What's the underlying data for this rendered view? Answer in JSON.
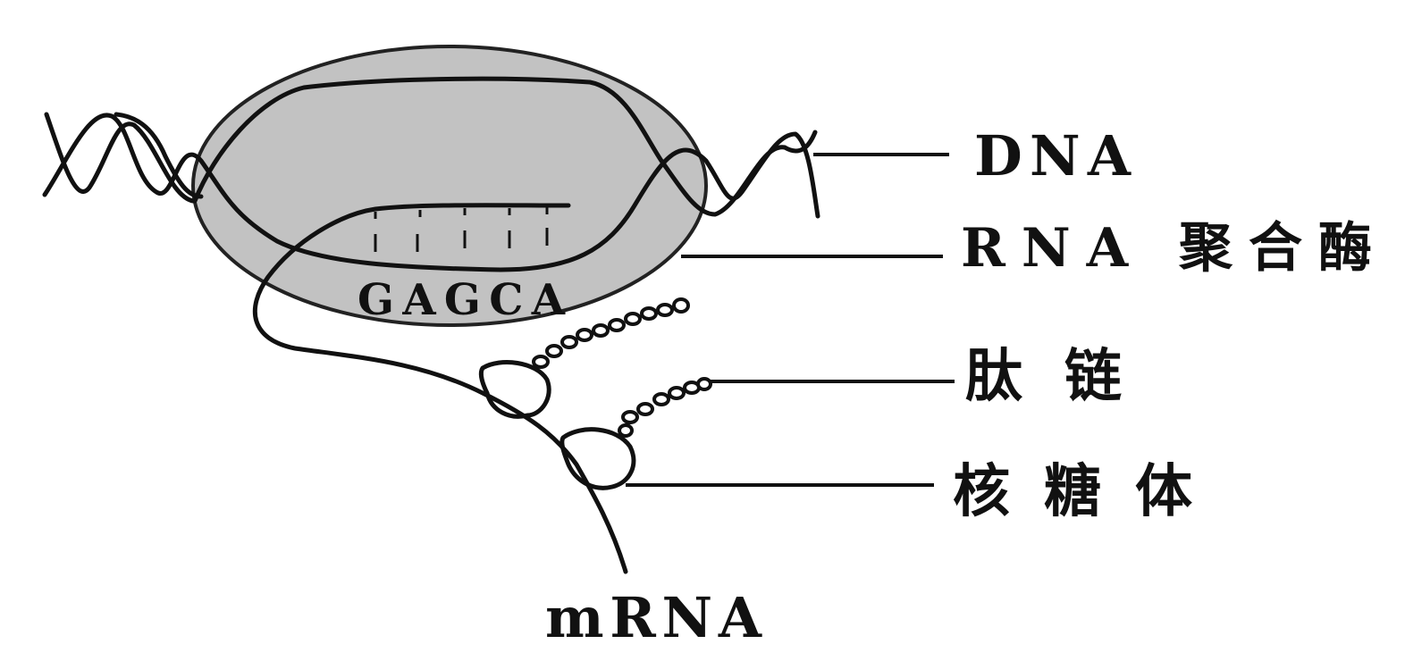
{
  "labels": {
    "dna": "DNA",
    "rna_polymerase": "RNA 聚合酶",
    "peptide_chain": "肽链",
    "ribosome": "核糖体",
    "mrna": "mRNA",
    "sequence": "GAGCA"
  },
  "colors": {
    "polymerase_fill": "#c2c2c2",
    "line": "#111111"
  }
}
